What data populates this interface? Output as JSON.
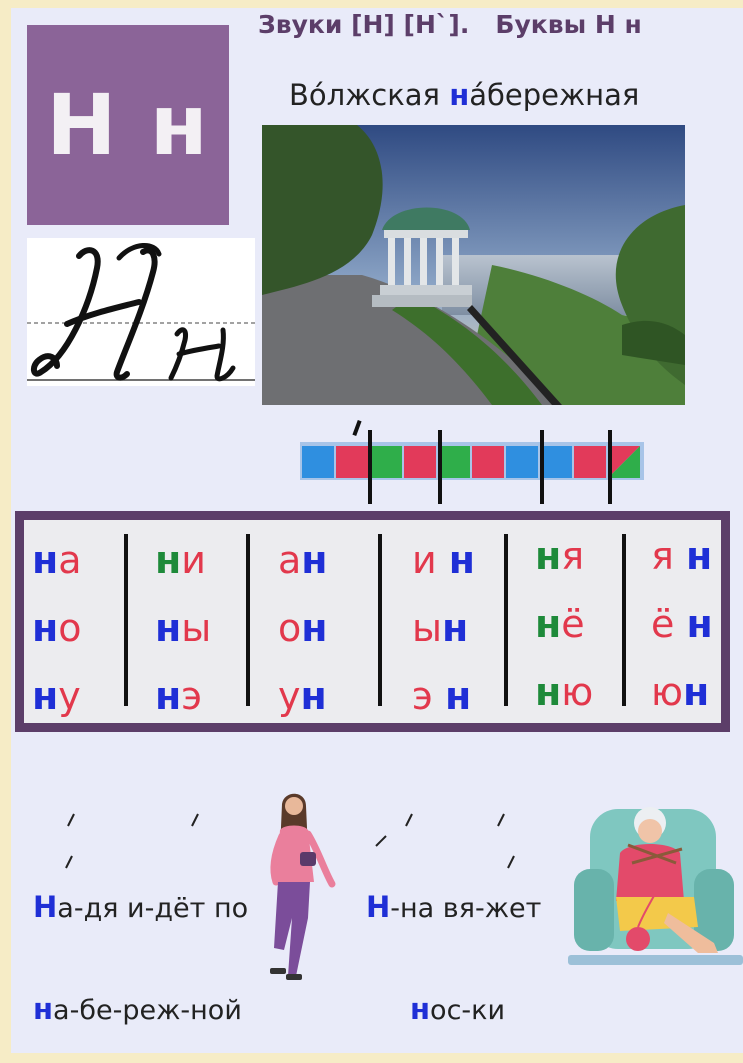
{
  "title": "Звуки [Н] [Н`].   Буквы Н н",
  "letter_tile": {
    "text": "Н н"
  },
  "cursive_letters": "Нн",
  "subtitle": {
    "before": "Во́лжская ",
    "highlight": "н",
    "after": "а́бережная"
  },
  "scheme": {
    "squares": [
      "#2f8fe0",
      "#e23a5a",
      "#2fae4a",
      "#e23a5a",
      "#2fae4a",
      "#e23a5a",
      "#2f8fe0",
      "#2f8fe0",
      "#e23a5a",
      "split"
    ],
    "colors": {
      "blue": "#2f8fe0",
      "red": "#e23a5a",
      "green": "#2fae4a"
    }
  },
  "syllables": [
    [
      [
        "н",
        "а"
      ],
      [
        "н",
        "о"
      ],
      [
        "н",
        "у"
      ]
    ],
    [
      [
        "н",
        "и"
      ],
      [
        "н",
        "ы"
      ],
      [
        "н",
        "э"
      ]
    ],
    [
      [
        "а",
        "н"
      ],
      [
        "о",
        "н"
      ],
      [
        "у",
        "н"
      ]
    ],
    [
      [
        "и ",
        "н"
      ],
      [
        "ы",
        "н"
      ],
      [
        "э ",
        "н"
      ]
    ],
    [
      [
        "н",
        "я"
      ],
      [
        "н",
        "ё"
      ],
      [
        "н",
        "ю"
      ]
    ],
    [
      [
        "я ",
        "н"
      ],
      [
        "ё ",
        "н"
      ],
      [
        "ю",
        "н"
      ]
    ]
  ],
  "sentence1": {
    "line1_letter": "Н",
    "line1_rest": "а-дя и-дёт по",
    "line2_letter": "н",
    "line2_rest": "а-бе-реж-ной"
  },
  "sentence2": {
    "line1_letter": "Н",
    "line1_rest": "-на вя-жет",
    "line2_letter": "н",
    "line2_rest": "ос-ки"
  },
  "colors": {
    "accent": "#5c3e69",
    "tile": "#8b6498",
    "consonant": "#1f2fd6",
    "soft": "#1e8a3a",
    "vowel": "#e2384c"
  }
}
